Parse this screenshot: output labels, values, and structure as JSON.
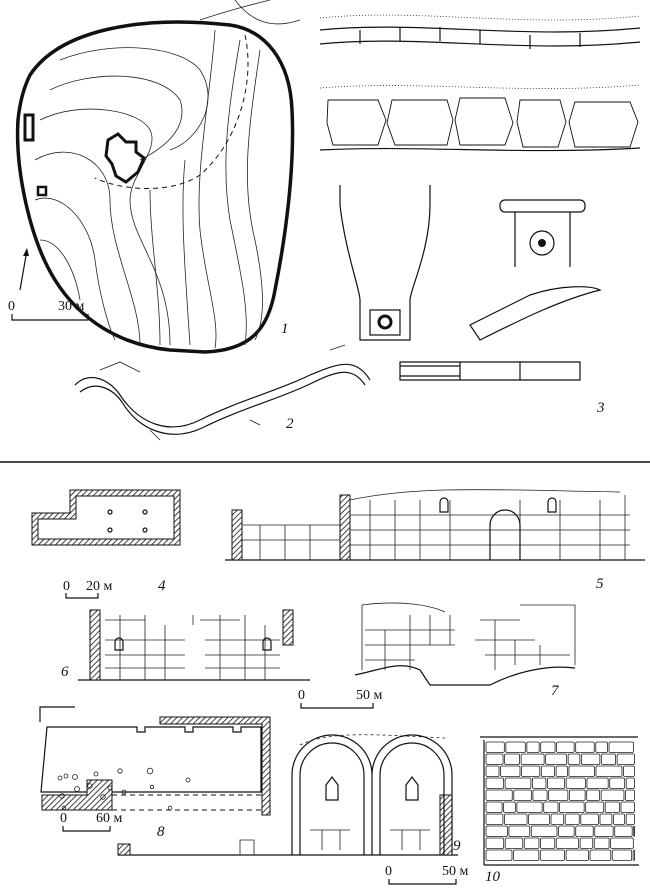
{
  "figures": [
    {
      "id": "fig1",
      "label": "1",
      "scale": {
        "zero": "0",
        "value": "30 м"
      }
    },
    {
      "id": "fig2",
      "label": "2"
    },
    {
      "id": "fig3",
      "label": "3"
    },
    {
      "id": "fig4",
      "label": "4",
      "scale": {
        "zero": "0",
        "value": "20 м"
      }
    },
    {
      "id": "fig5",
      "label": "5"
    },
    {
      "id": "fig6",
      "label": "6"
    },
    {
      "id": "fig7",
      "label": "7",
      "scale": {
        "zero": "0",
        "value": "50 м"
      }
    },
    {
      "id": "fig8",
      "label": "8",
      "scale": {
        "zero": "0",
        "value": "60 м"
      }
    },
    {
      "id": "fig9",
      "label": "9"
    },
    {
      "id": "fig10",
      "label": "10",
      "scale": {
        "zero": "0",
        "value": "50 м"
      }
    }
  ],
  "colors": {
    "ink": "#111111",
    "paper": "#ffffff"
  }
}
